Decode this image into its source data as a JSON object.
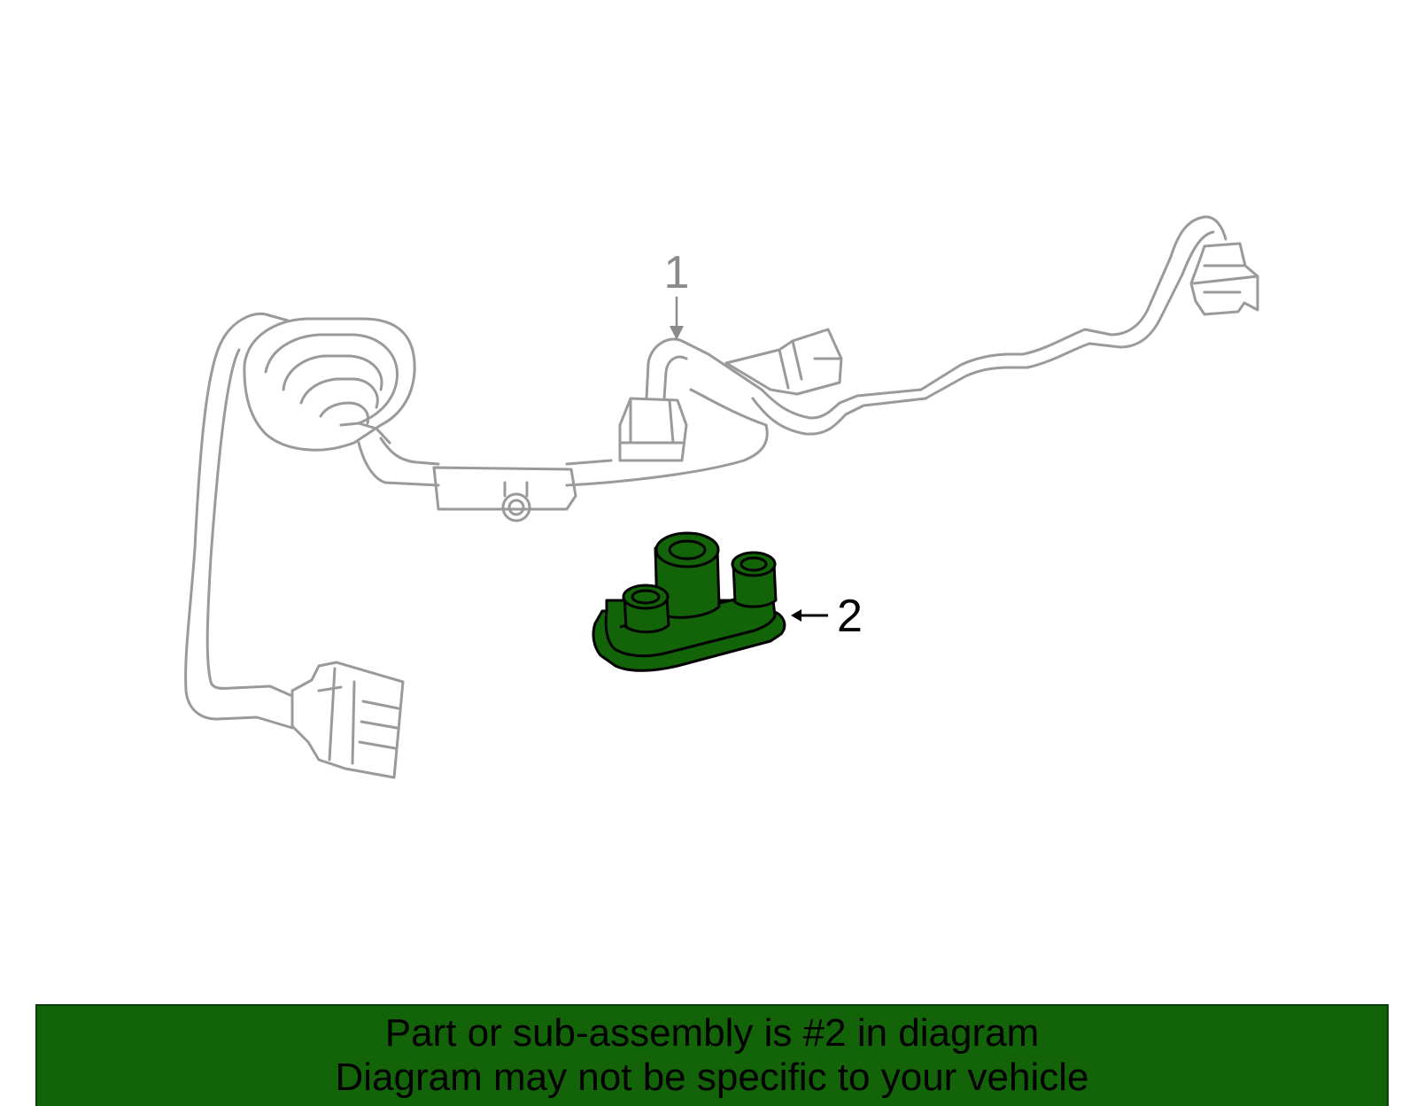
{
  "diagram": {
    "callout_1": "1",
    "callout_2": "2"
  },
  "banner": {
    "line1": "Part or sub-assembly is #2 in diagram",
    "line2": "Diagram may not be specific to your vehicle"
  },
  "colors": {
    "highlight_fill": "#136408",
    "highlight_stroke": "#000000",
    "harness_stroke": "#9a9a9a",
    "banner_bg": "#136408",
    "callout_1_color": "#8a8a8a",
    "callout_2_color": "#000000"
  }
}
